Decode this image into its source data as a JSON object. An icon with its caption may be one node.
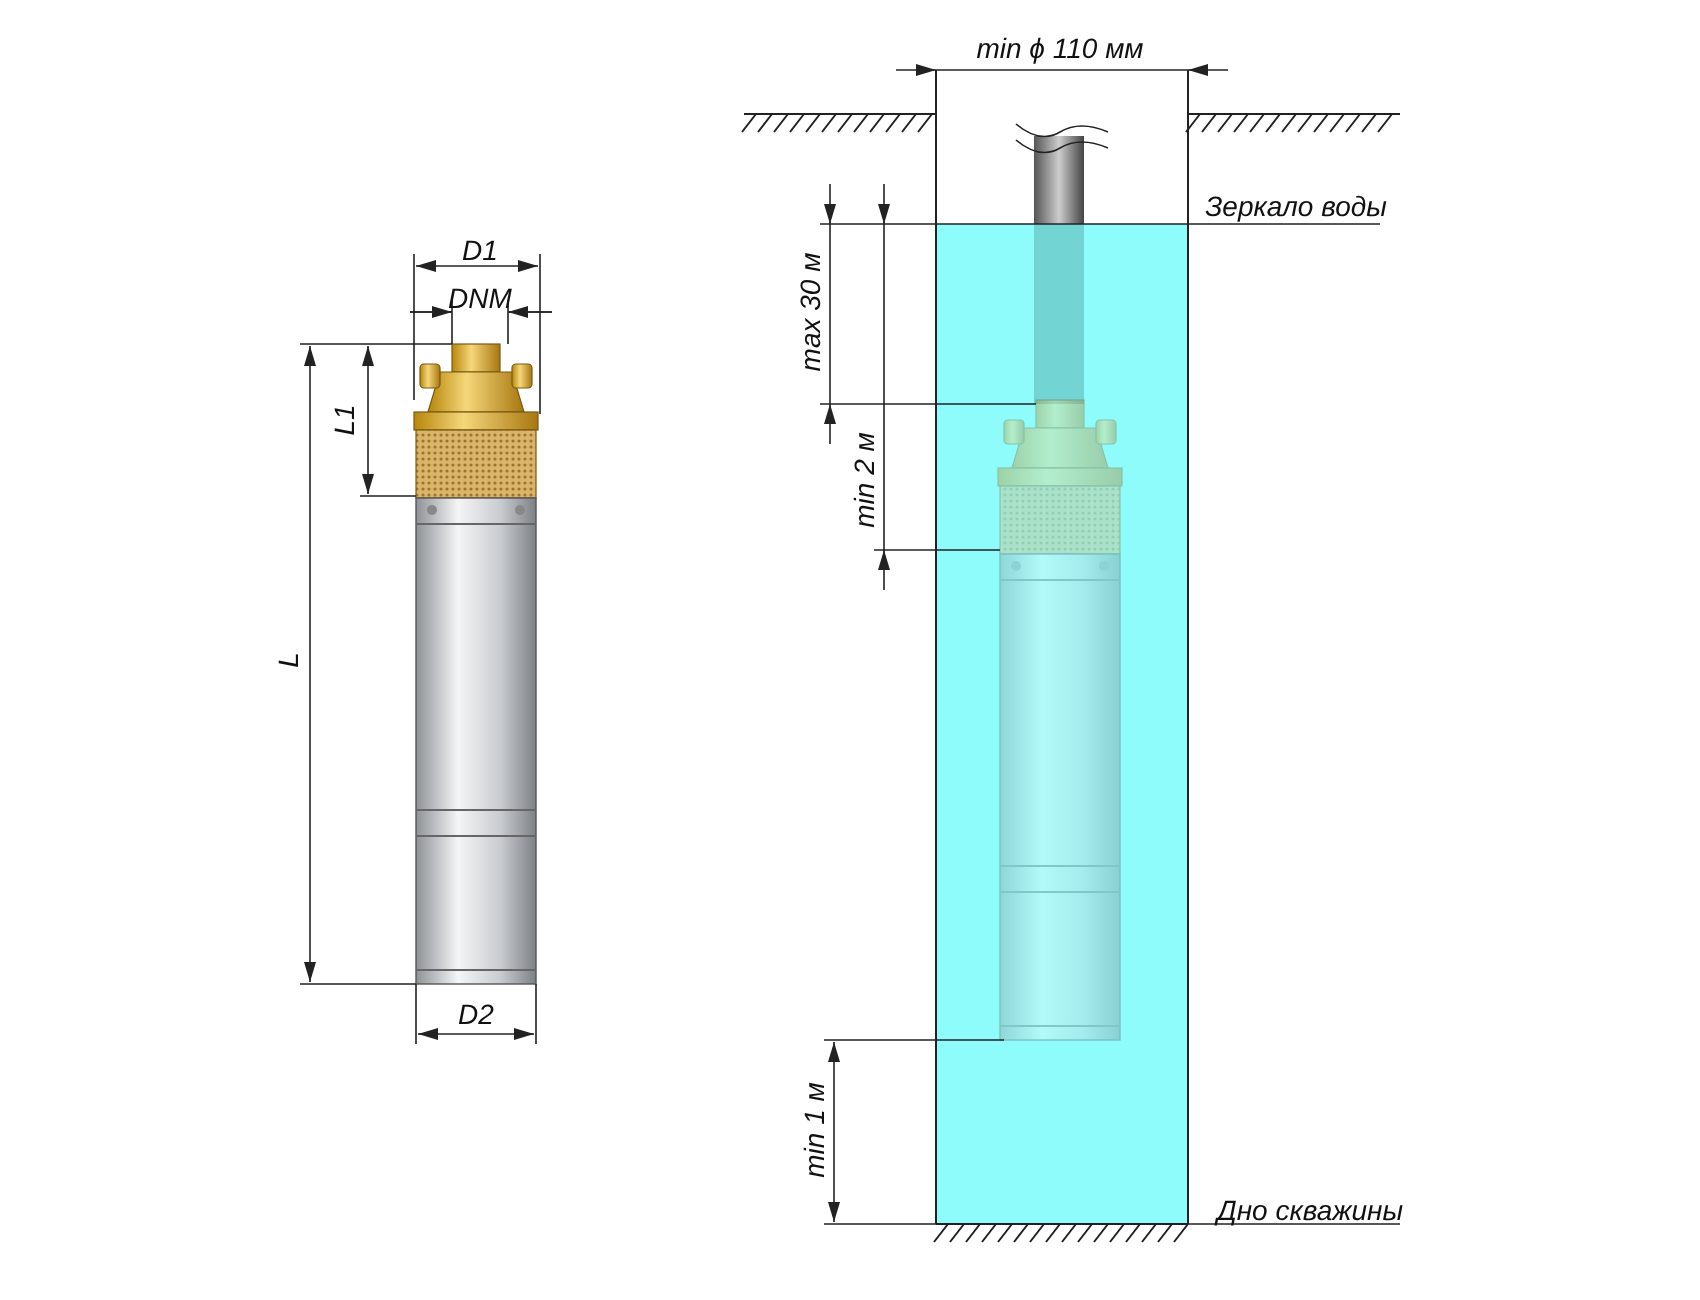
{
  "diagram": {
    "labels": [
      "D1",
      "DNM",
      "L1",
      "L",
      "D2",
      "min ϕ 110 мм",
      "Зеркало воды",
      "max 30 м",
      "min 2 м",
      "min 1 м",
      "Дно скважины"
    ]
  }
}
